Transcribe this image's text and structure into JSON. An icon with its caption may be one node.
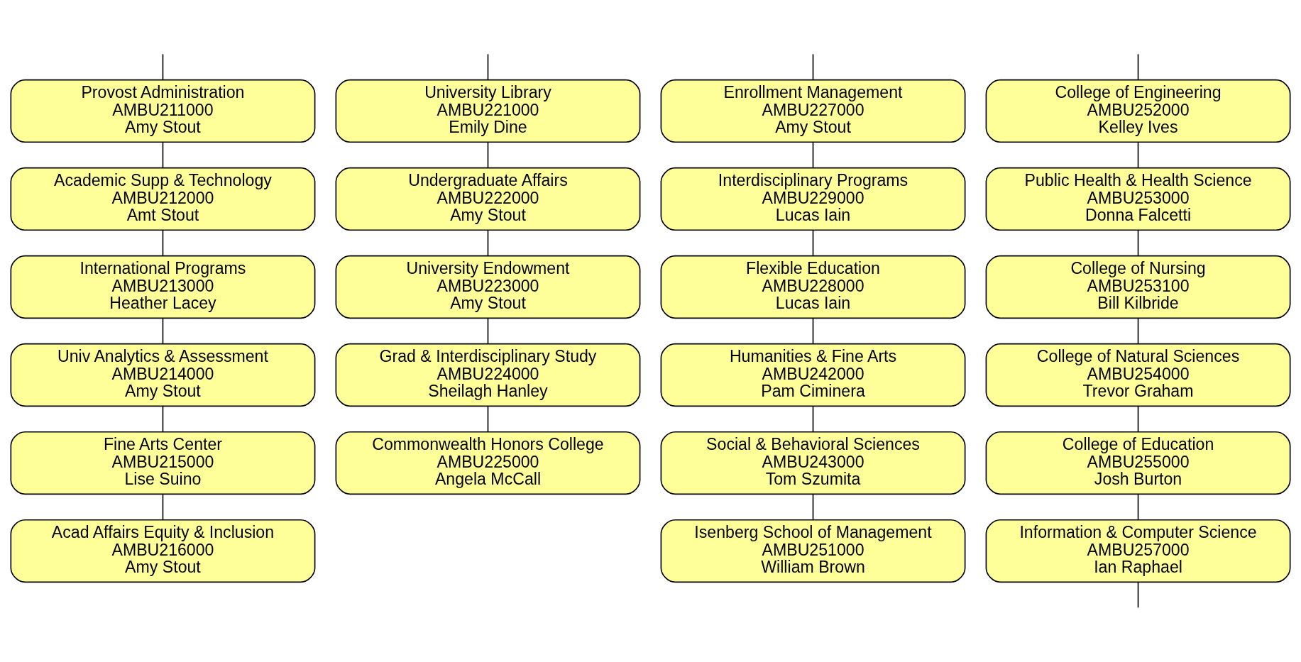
{
  "diagram": {
    "nodes": [
      {
        "text": [
          "Provost Administration",
          "AMBU211000",
          "Amy Stout"
        ]
      },
      {
        "text": [
          "Academic Supp & Technology",
          "AMBU212000",
          "Amt Stout"
        ]
      },
      {
        "text": [
          "International Programs",
          "AMBU213000",
          "Heather Lacey"
        ]
      },
      {
        "text": [
          "Univ Analytics & Assessment",
          "AMBU214000",
          "Amy Stout"
        ]
      },
      {
        "text": [
          "Fine Arts Center",
          "AMBU215000",
          "Lise Suino"
        ]
      },
      {
        "text": [
          "Acad Affairs Equity & Inclusion",
          "AMBU216000",
          "Amy Stout"
        ]
      },
      {
        "text": [
          "University Library",
          "AMBU221000",
          "Emily Dine"
        ]
      },
      {
        "text": [
          "Undergraduate Affairs",
          "AMBU222000",
          "Amy Stout"
        ]
      },
      {
        "text": [
          "University Endowment",
          "AMBU223000",
          "Amy Stout"
        ]
      },
      {
        "text": [
          "Grad & Interdisciplinary Study",
          "AMBU224000",
          "Sheilagh Hanley"
        ]
      },
      {
        "text": [
          "Commonwealth Honors College",
          "AMBU225000",
          "Angela McCall"
        ]
      },
      {
        "text": [
          "Enrollment Management",
          "AMBU227000",
          "Amy Stout"
        ]
      },
      {
        "text": [
          "Interdisciplinary Programs",
          "AMBU229000",
          "Lucas Iain"
        ]
      },
      {
        "text": [
          "Flexible Education",
          "AMBU228000",
          "Lucas Iain"
        ]
      },
      {
        "text": [
          "Humanities & Fine Arts",
          "AMBU242000",
          "Pam Ciminera"
        ]
      },
      {
        "text": [
          "Social & Behavioral Sciences",
          "AMBU243000",
          "Tom Szumita"
        ]
      },
      {
        "text": [
          "Isenberg School of Management",
          "AMBU251000",
          "William Brown"
        ]
      },
      {
        "text": [
          "College of Engineering",
          "AMBU252000",
          "Kelley Ives"
        ]
      },
      {
        "text": [
          "Public Health & Health Science",
          "AMBU253000",
          "Donna Falcetti"
        ]
      },
      {
        "text": [
          "College of Nursing",
          "AMBU253100",
          "Bill Kilbride"
        ]
      },
      {
        "text": [
          "College of Natural Sciences",
          "AMBU254000",
          "Trevor Graham"
        ]
      },
      {
        "text": [
          "College of Education",
          "AMBU255000",
          "Josh Burton"
        ]
      },
      {
        "text": [
          "Information & Computer Science",
          "AMBU257000",
          "Ian Raphael"
        ]
      }
    ],
    "edges": [
      {
        "from": null,
        "to": 0,
        "arrow": "none"
      },
      {
        "from": null,
        "to": 6,
        "arrow": "none"
      },
      {
        "from": null,
        "to": 11,
        "arrow": "none"
      },
      {
        "from": null,
        "to": 17,
        "arrow": "none"
      },
      {
        "from": 0,
        "to": 1,
        "arrow": "none"
      },
      {
        "from": 1,
        "to": 2,
        "arrow": "none"
      },
      {
        "from": 2,
        "to": 3,
        "arrow": "none"
      },
      {
        "from": 3,
        "to": 4,
        "arrow": "none"
      },
      {
        "from": 4,
        "to": 5,
        "arrow": "none"
      },
      {
        "from": 6,
        "to": 7,
        "arrow": "none"
      },
      {
        "from": 7,
        "to": 8,
        "arrow": "none"
      },
      {
        "from": 8,
        "to": 9,
        "arrow": "none"
      },
      {
        "from": 9,
        "to": 10,
        "arrow": "none"
      },
      {
        "from": 11,
        "to": 12,
        "arrow": "none"
      },
      {
        "from": 12,
        "to": 13,
        "arrow": "none"
      },
      {
        "from": 13,
        "to": 14,
        "arrow": "none"
      },
      {
        "from": 14,
        "to": 15,
        "arrow": "none"
      },
      {
        "from": 15,
        "to": 16,
        "arrow": "none"
      },
      {
        "from": 17,
        "to": 18,
        "arrow": "none"
      },
      {
        "from": 18,
        "to": 19,
        "arrow": "none"
      },
      {
        "from": 19,
        "to": 20,
        "arrow": "none"
      },
      {
        "from": 20,
        "to": 21,
        "arrow": "none"
      },
      {
        "from": 21,
        "to": 22,
        "arrow": "none"
      },
      {
        "from": 22,
        "to": null,
        "arrow": "none"
      }
    ]
  }
}
